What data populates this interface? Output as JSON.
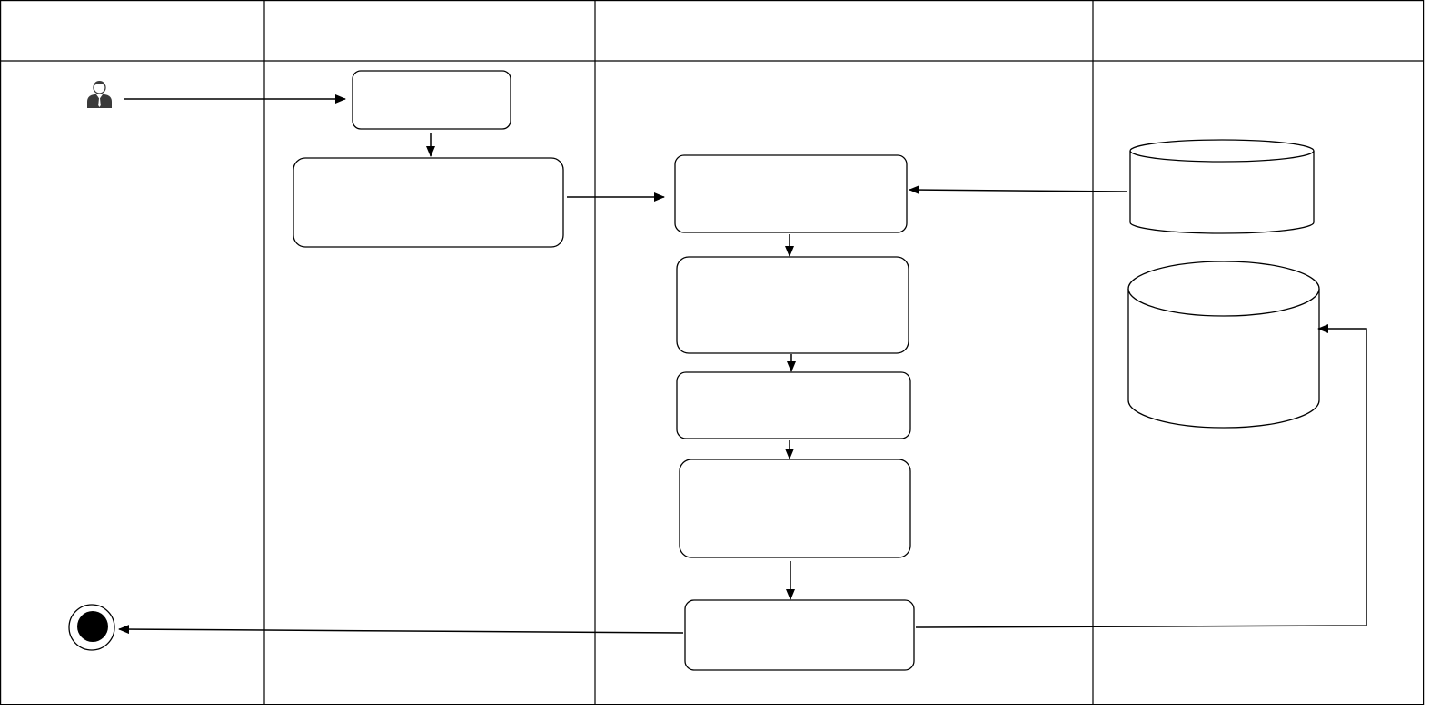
{
  "diagram": {
    "type": "swimlane-activity",
    "stroke_color": "#000000",
    "fill_color": "#ffffff",
    "lanes": [
      {
        "id": "lane-1",
        "title": ""
      },
      {
        "id": "lane-2",
        "title": ""
      },
      {
        "id": "lane-3",
        "title": ""
      },
      {
        "id": "lane-4",
        "title": ""
      }
    ],
    "nodes": [
      {
        "id": "actor",
        "kind": "actor-icon",
        "label": ""
      },
      {
        "id": "box-1",
        "kind": "process",
        "label": ""
      },
      {
        "id": "box-2",
        "kind": "process",
        "label": ""
      },
      {
        "id": "box-3",
        "kind": "process",
        "label": ""
      },
      {
        "id": "box-4",
        "kind": "process",
        "label": ""
      },
      {
        "id": "box-5",
        "kind": "process",
        "label": ""
      },
      {
        "id": "box-6",
        "kind": "process",
        "label": ""
      },
      {
        "id": "box-7",
        "kind": "process",
        "label": ""
      },
      {
        "id": "db-1",
        "kind": "database",
        "label": ""
      },
      {
        "id": "db-2",
        "kind": "database",
        "label": ""
      },
      {
        "id": "end",
        "kind": "final-node",
        "label": ""
      }
    ],
    "edges": [
      {
        "from": "actor",
        "to": "box-1"
      },
      {
        "from": "box-1",
        "to": "box-2"
      },
      {
        "from": "box-2",
        "to": "box-3"
      },
      {
        "from": "db-1",
        "to": "box-3"
      },
      {
        "from": "box-3",
        "to": "box-4"
      },
      {
        "from": "box-4",
        "to": "box-5"
      },
      {
        "from": "box-5",
        "to": "box-6"
      },
      {
        "from": "box-6",
        "to": "box-7"
      },
      {
        "from": "box-7",
        "to": "end"
      },
      {
        "from": "box-7",
        "to": "db-2"
      }
    ]
  }
}
